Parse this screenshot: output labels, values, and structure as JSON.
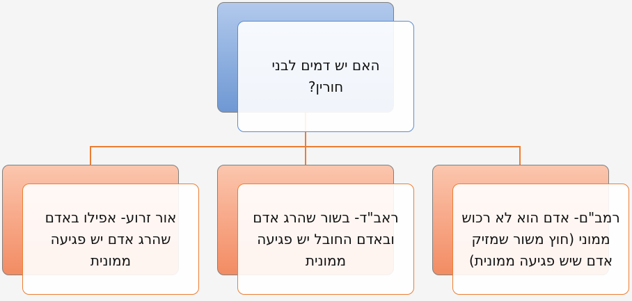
{
  "diagram": {
    "root": {
      "text": "האם יש דמים לבני חורין?"
    },
    "children": [
      {
        "text": "רמב\"ם- אדם הוא לא רכוש ממוני (חוץ משור שמזיק אדם שיש פגיעה ממונית)"
      },
      {
        "text": "ראב\"ד- בשור שהרג אדם ובאדם החובל יש פגיעה ממונית"
      },
      {
        "text": "אור זרוע- אפילו באדם שהרג אדם יש פגיעה ממונית"
      }
    ],
    "colors": {
      "root_fill": "#8caedf",
      "child_fill": "#f7a584",
      "connector": "#ed7d31"
    }
  }
}
